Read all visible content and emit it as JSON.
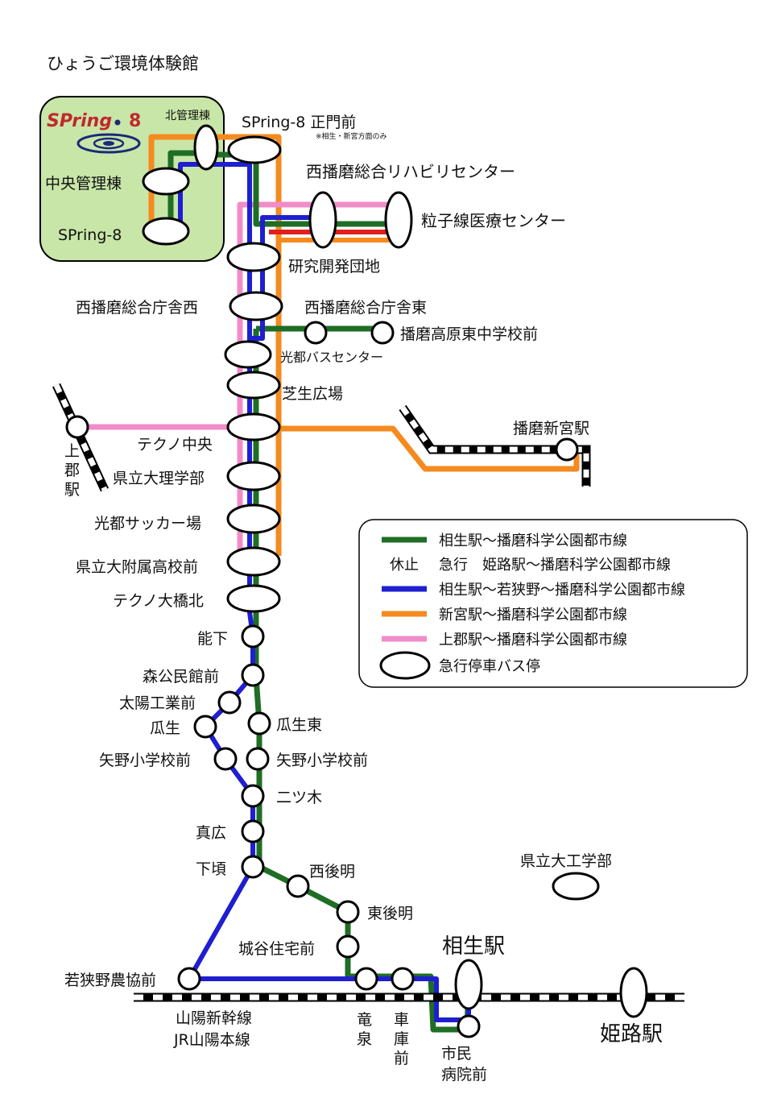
{
  "title": "ひょうご環境体験館",
  "logo": {
    "text": "SPring",
    "number": "8",
    "accent": "#c0282d",
    "navy": "#1a2a7a"
  },
  "colors": {
    "green": "#1f6e25",
    "blue": "#1f1fd0",
    "orange": "#f58a1f",
    "pink": "#f08cc8",
    "red": "#e01f1f",
    "campus": "#c8e6a8"
  },
  "stops": {
    "north_admin": "北管理棟",
    "main_gate": "SPring-8 正門前",
    "main_gate_note": "※相生・新宮方面のみ",
    "central_admin": "中央管理棟",
    "spring8": "SPring-8",
    "rehab": "西播磨総合リハビリセンター",
    "particle": "粒子線医療センター",
    "research": "研究開発団地",
    "office_west": "西播磨総合庁舎西",
    "office_east": "西播磨総合庁舎東",
    "harima_jhs": "播磨高原東中学校前",
    "bus_center": "光都バスセンター",
    "lawn": "芝生広場",
    "techno_center": "テクノ中央",
    "kamigori": [
      "上",
      "郡",
      "駅"
    ],
    "univ_science": "県立大理学部",
    "soccer": "光都サッカー場",
    "univ_hs": "県立大附属高校前",
    "techno_bridge": "テクノ大橋北",
    "harima_shingu": "播磨新宮駅",
    "noge": "能下",
    "mori": "森公民館前",
    "taiyo": "太陽工業前",
    "uryu": "瓜生",
    "uryu_east": "瓜生東",
    "yano_w": "矢野小学校前",
    "yano_e": "矢野小学校前",
    "futatsugi": "二ツ木",
    "magari": "真広",
    "shimokoro": "下頃",
    "nishigomyo": "西後明",
    "higashigomyo": "東後明",
    "shiroya": "城谷住宅前",
    "wakasano": "若狭野農協前",
    "ryusen": [
      "竜",
      "泉"
    ],
    "shako": [
      "車",
      "庫",
      "前"
    ],
    "aioi": "相生駅",
    "hospital": [
      "市民",
      "病院前"
    ],
    "himeji": "姫路駅",
    "univ_eng": "県立大工学部",
    "shinkansen": [
      "山陽新幹線",
      "JR山陽本線"
    ]
  },
  "legend": {
    "green": "相生駅〜播磨科学公園都市線",
    "suspended": "休止",
    "express_himeji": "急行　姫路駅〜播磨科学公園都市線",
    "blue": "相生駅〜若狭野〜播磨科学公園都市線",
    "orange": "新宮駅〜播磨科学公園都市線",
    "pink": "上郡駅〜播磨科学公園都市線",
    "express_stop": "急行停車バス停"
  }
}
